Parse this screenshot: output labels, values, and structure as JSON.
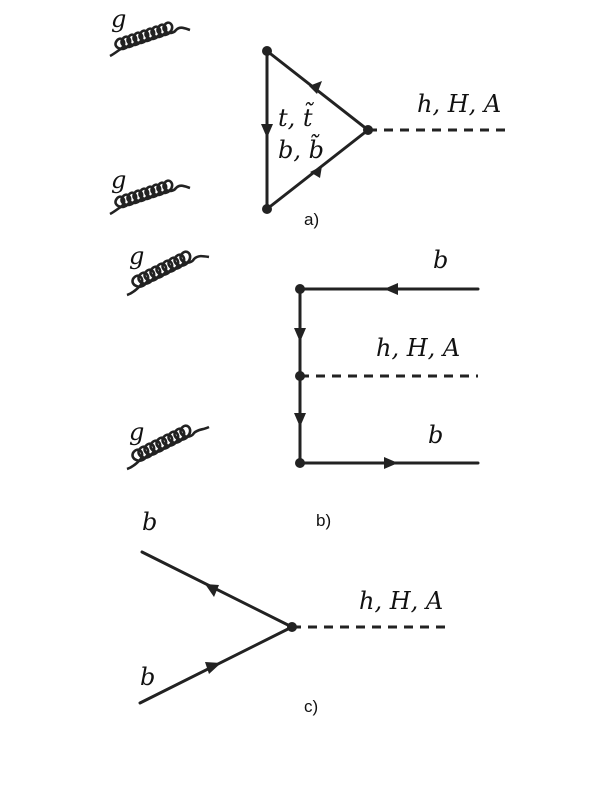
{
  "panels": {
    "a": {
      "caption": "a)",
      "gluon_top": "g",
      "gluon_bottom": "g",
      "loop_top": "t, t̃",
      "loop_bottom": "b, b̃",
      "higgs": "h, H, A"
    },
    "b": {
      "caption": "b)",
      "gluon_top": "g",
      "gluon_bottom": "g",
      "quark_top": "b",
      "quark_bottom": "b",
      "higgs": "h, H, A"
    },
    "c": {
      "caption": "c)",
      "quark_top": "b",
      "quark_bottom": "b",
      "higgs": "h, H, A"
    }
  }
}
